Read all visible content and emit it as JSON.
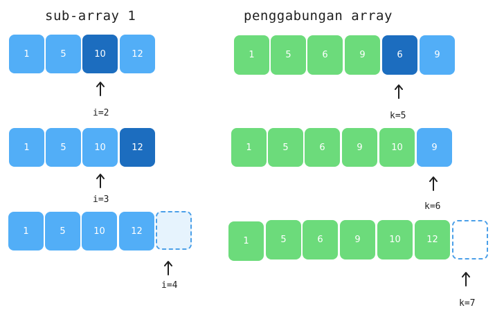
{
  "titles": {
    "left": "sub-array 1",
    "right": "penggabungan array"
  },
  "left_rows": [
    {
      "cells": [
        "1",
        "5",
        "10",
        "12"
      ],
      "highlight_index": 2,
      "pointer": "i=2"
    },
    {
      "cells": [
        "1",
        "5",
        "10",
        "12"
      ],
      "highlight_index": 3,
      "pointer": "i=3"
    },
    {
      "cells": [
        "1",
        "5",
        "10",
        "12",
        ""
      ],
      "empty_slot_index": 4,
      "pointer": "i=4"
    }
  ],
  "right_rows": [
    {
      "cells": [
        "1",
        "5",
        "6",
        "9",
        "6",
        "9"
      ],
      "pointer": "k=5"
    },
    {
      "cells": [
        "1",
        "5",
        "6",
        "9",
        "10",
        "9"
      ],
      "pointer": "k=6"
    },
    {
      "cells": [
        "1",
        "5",
        "6",
        "9",
        "10",
        "12",
        ""
      ],
      "empty_slot_index": 6,
      "pointer": "k=7"
    }
  ],
  "colors": {
    "light_blue": "#52aef7",
    "dark_blue": "#1c6dbf",
    "green": "#6cdb7b",
    "dashed_border": "#4a9fe8"
  }
}
